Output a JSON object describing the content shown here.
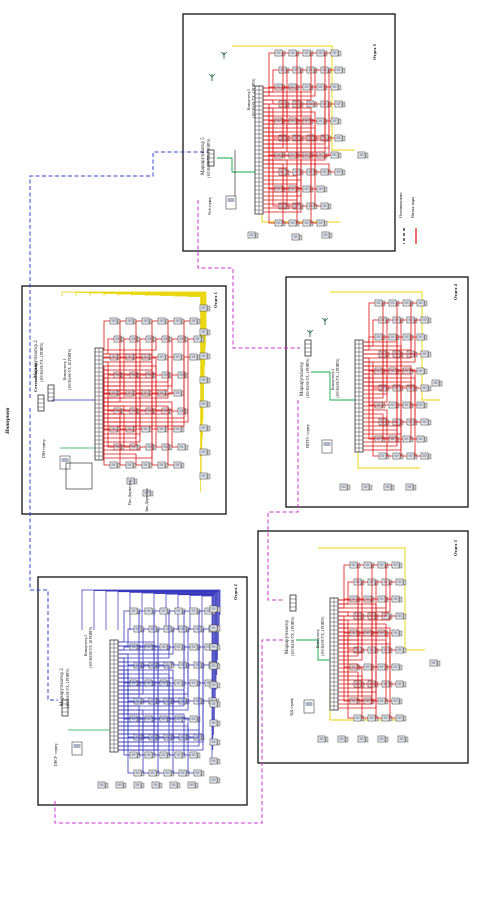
{
  "internet_label": "Интернет",
  "gateway_label": "Сетевой шлюз",
  "legend": {
    "optical": "Оптоволокно",
    "twisted": "Витая пара"
  },
  "departments": [
    {
      "label": "Отдел 1",
      "router": "Маршрутизатор 2",
      "router_spec": "(100 BASE-TX, 4 PORTS)",
      "switch": "Коммутатор 1",
      "switch_spec": "(100 BASE-TX, 48 PORTS)",
      "server": "DNS-сервер",
      "extra": [
        "Нач. Директора",
        "Зам. Директора"
      ]
    },
    {
      "label": "Отдел 2",
      "router": "Маршрутизатор 2",
      "router_spec": "(100 BASE-TX, 4 PORTS)",
      "switch": "Коммутатор 2",
      "switch_spec": "(100 BASE-TX, 48 PORTS)",
      "server": "DHCP - сервер"
    },
    {
      "label": "Отдел 3",
      "router": "Маршрутизатор",
      "router_spec": "(100 BASE-TX, 4 PORTS)",
      "switch": "Коммутатор",
      "switch_spec": "(100 BASE-TX, 4 PORTS)",
      "server": "SQL-сервер"
    },
    {
      "label": "Отдел 4",
      "router": "Маршрутизатор",
      "router_spec": "(100 BASE-TX, 4 PORTS)",
      "switch": "Коммутатор 4",
      "switch_spec": "(100 BASE-TX, 4 PORTS)",
      "server": "FRTTS - сервер"
    },
    {
      "label": "Отдел 5",
      "router": "Маршрутизатор 5",
      "router_spec": "(100 BASE-TX, 4 PORTS)",
      "switch": "Коммутатор 5",
      "switch_spec": "(100 BASE-TX, 4 PORTS)",
      "server": "Web-сервер"
    }
  ],
  "colors": {
    "optical_blue": "#3344cc",
    "optical_magenta": "#cc33cc",
    "twisted_red": "#dd1111",
    "yellow_link": "#e8d400",
    "blue_link": "#3333bb",
    "green_link": "#11aa44",
    "border": "#111111"
  }
}
